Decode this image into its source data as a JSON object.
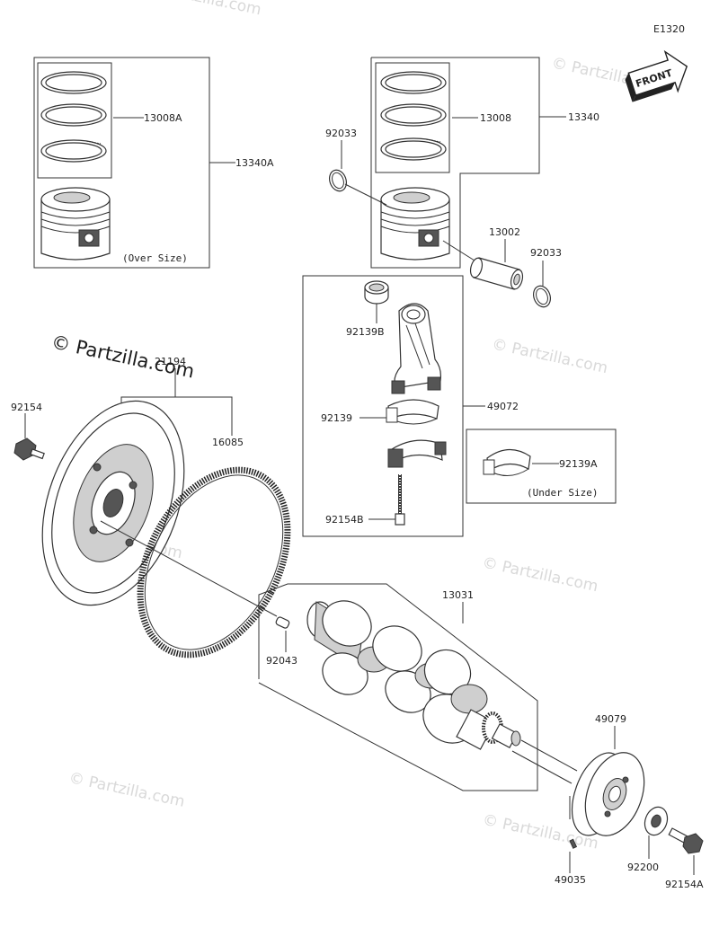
{
  "diagram_code": "E1320",
  "front_badge": "FRONT",
  "main_watermark": "© Partzilla.com",
  "faint_watermark": "© Partzilla.com",
  "part_labels": {
    "p13008A": "13008A",
    "p13340A": "13340A",
    "over_size": "(Over Size)",
    "p92033_top": "92033",
    "p13008": "13008",
    "p13340": "13340",
    "p13002": "13002",
    "p92033_right": "92033",
    "p92139B": "92139B",
    "p92139": "92139",
    "p49072": "49072",
    "p92154B": "92154B",
    "p92139A": "92139A",
    "under_size": "(Under Size)",
    "p21194": "21194",
    "p92154": "92154",
    "p16085": "16085",
    "p13031": "13031",
    "p92043": "92043",
    "p49079": "49079",
    "p49035": "49035",
    "p92200": "92200",
    "p92154A": "92154A"
  }
}
